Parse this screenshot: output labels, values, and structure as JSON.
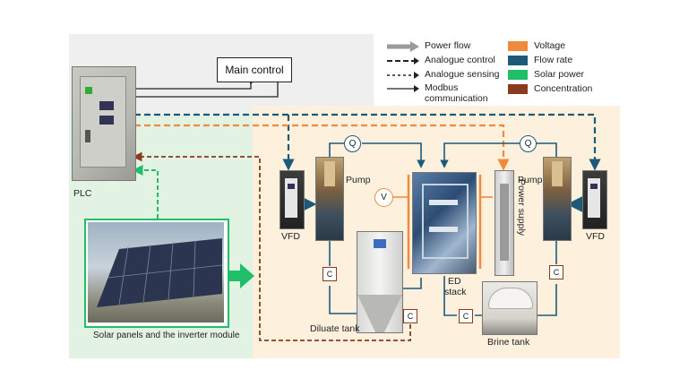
{
  "title": "",
  "legend": {
    "power_flow": "Power flow",
    "analogue_control": "Analogue control",
    "analogue_sensing": "Analogue sensing",
    "modbus": "Modbus",
    "communication": "communication",
    "voltage": "Voltage",
    "flow_rate": "Flow rate",
    "solar_power": "Solar power",
    "concentration": "Concentration"
  },
  "colors": {
    "voltage": "#f08a3c",
    "flow_rate": "#1d5a7a",
    "solar_power": "#1fbf6a",
    "concentration": "#8b3a1e",
    "power_flow": "#9a9a9a",
    "bg_gray": "#efefef",
    "bg_green": "#e3f3e3",
    "bg_peach": "#fdf1de"
  },
  "labels": {
    "main_control": "Main control",
    "plc": "PLC",
    "solar_panels": "Solar panels and the inverter module",
    "vfd_left": "VFD",
    "vfd_right": "VFD",
    "pump_left": "Pump",
    "pump_right": "Pump",
    "power_supply": "Power supply",
    "ed": "ED",
    "stack": "stack",
    "diluate_tank": "Diluate tank",
    "brine_tank": "Brine tank",
    "q": "Q",
    "v": "V",
    "c": "C"
  }
}
